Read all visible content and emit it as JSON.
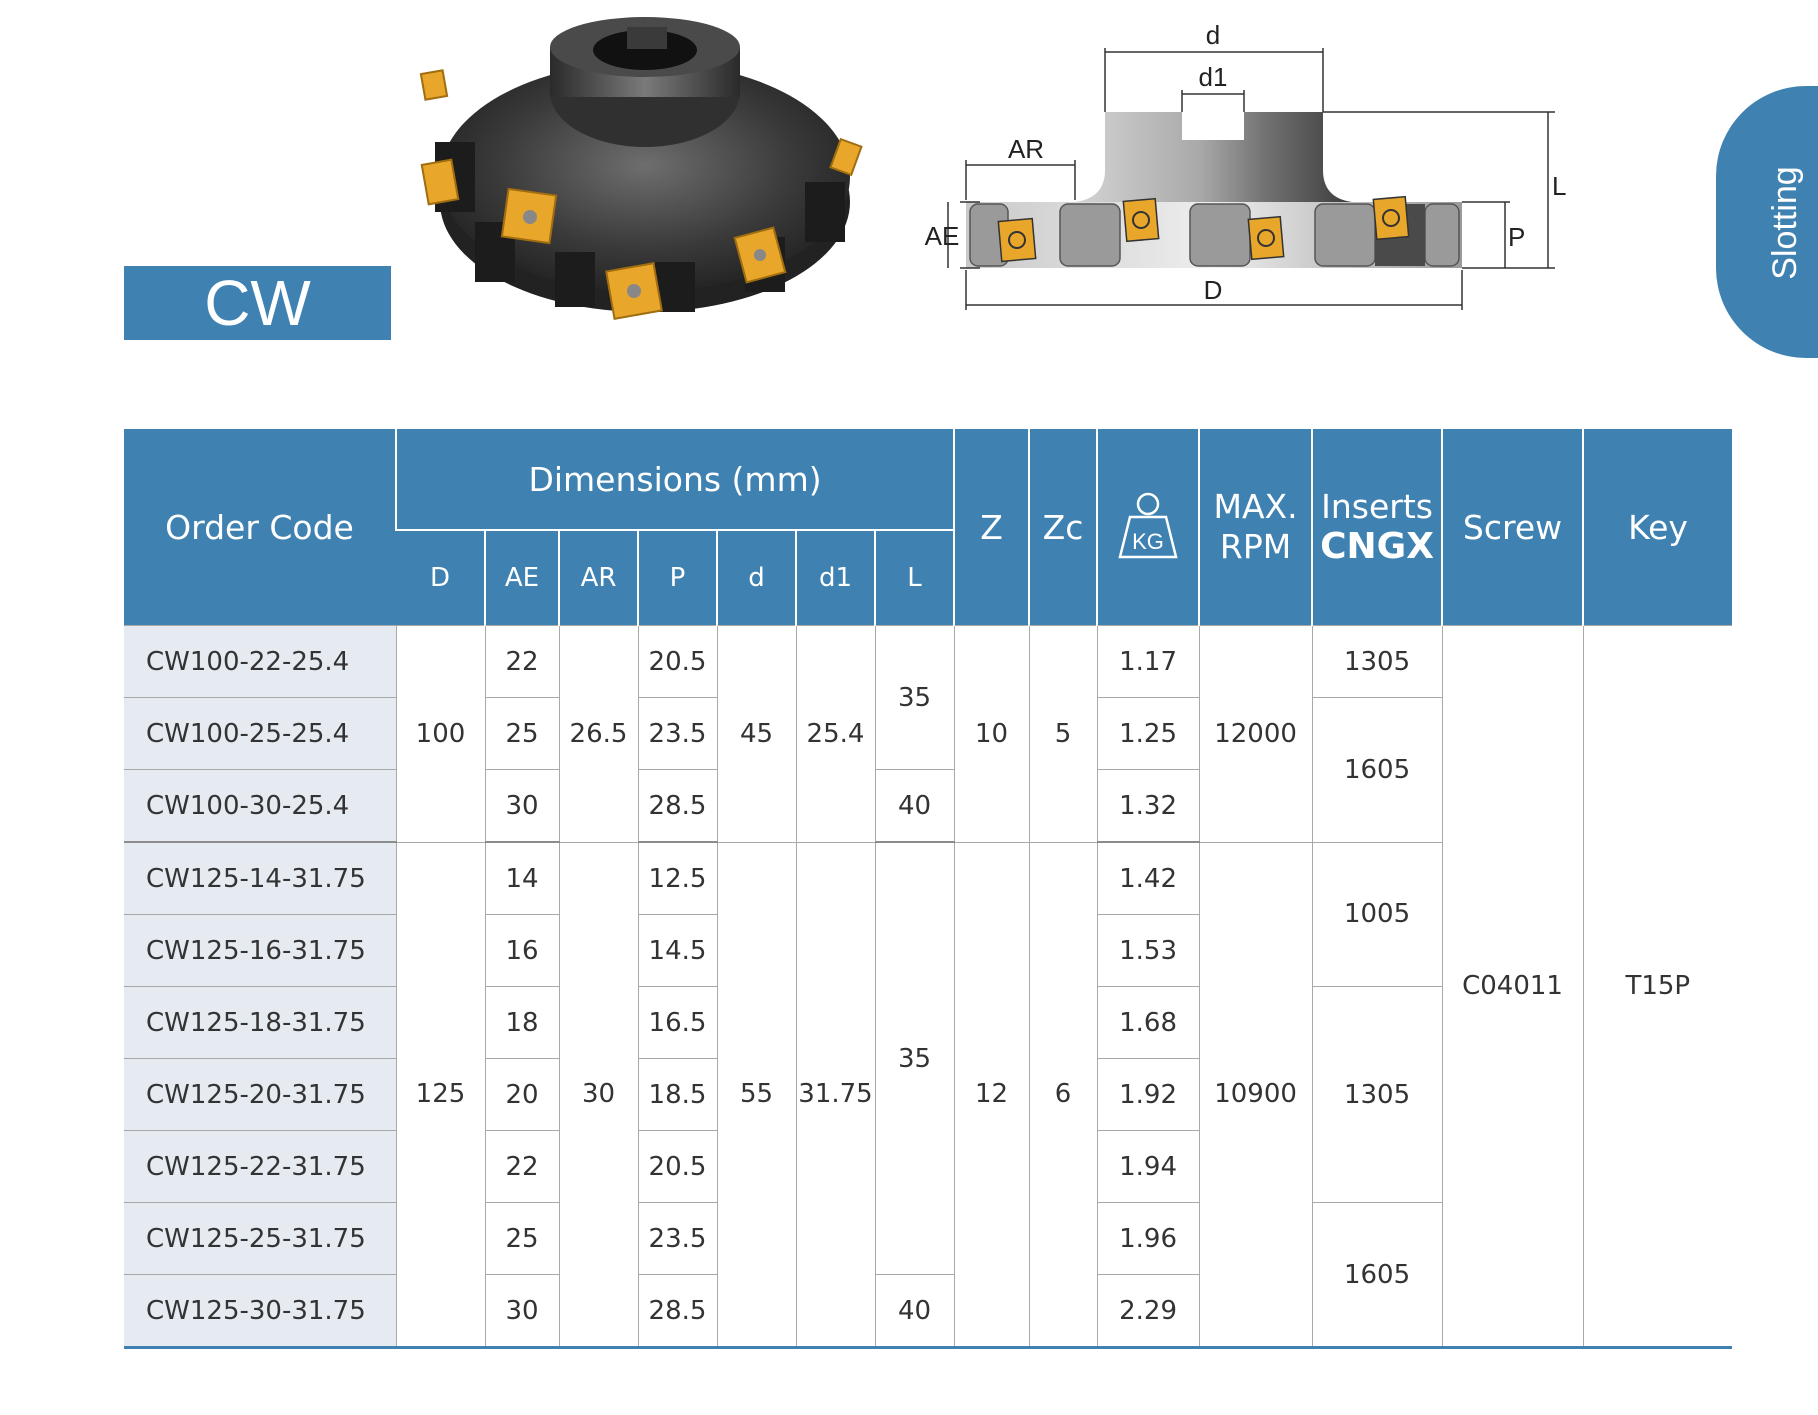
{
  "title": "CW",
  "side_tab": "Slotting",
  "diagram": {
    "labels": {
      "d": "d",
      "d1": "d1",
      "AR": "AR",
      "AE": "AE",
      "L": "L",
      "P": "P",
      "D": "D"
    }
  },
  "table": {
    "headers": {
      "order_code": "Order Code",
      "dimensions": "Dimensions (mm)",
      "dims": [
        "D",
        "AE",
        "AR",
        "P",
        "d",
        "d1",
        "L"
      ],
      "z": "Z",
      "zc": "Zc",
      "kg": "KG",
      "max_rpm_line1": "MAX.",
      "max_rpm_line2": "RPM",
      "inserts_line1": "Inserts",
      "inserts_line2": "CNGX",
      "screw": "Screw",
      "key": "Key"
    },
    "rows": [
      {
        "code": "CW100-22-25.4",
        "AE": "22",
        "P": "20.5",
        "kg": "1.17"
      },
      {
        "code": "CW100-25-25.4",
        "AE": "25",
        "P": "23.5",
        "kg": "1.25"
      },
      {
        "code": "CW100-30-25.4",
        "AE": "30",
        "P": "28.5",
        "kg": "1.32"
      },
      {
        "code": "CW125-14-31.75",
        "AE": "14",
        "P": "12.5",
        "kg": "1.42"
      },
      {
        "code": "CW125-16-31.75",
        "AE": "16",
        "P": "14.5",
        "kg": "1.53"
      },
      {
        "code": "CW125-18-31.75",
        "AE": "18",
        "P": "16.5",
        "kg": "1.68"
      },
      {
        "code": "CW125-20-31.75",
        "AE": "20",
        "P": "18.5",
        "kg": "1.92"
      },
      {
        "code": "CW125-22-31.75",
        "AE": "22",
        "P": "20.5",
        "kg": "1.94"
      },
      {
        "code": "CW125-25-31.75",
        "AE": "25",
        "P": "23.5",
        "kg": "1.96"
      },
      {
        "code": "CW125-30-31.75",
        "AE": "30",
        "P": "28.5",
        "kg": "2.29"
      }
    ],
    "group100": {
      "D": "100",
      "AR": "26.5",
      "d": "45",
      "d1": "25.4",
      "L_a": "35",
      "L_b": "40",
      "Z": "10",
      "Zc": "5",
      "rpm": "12000",
      "ins_a": "1305",
      "ins_b": "1605"
    },
    "group125": {
      "D": "125",
      "AR": "30",
      "d": "55",
      "d1": "31.75",
      "L_a": "35",
      "L_b": "40",
      "Z": "12",
      "Zc": "6",
      "rpm": "10900",
      "ins_a": "1005",
      "ins_b": "1305",
      "ins_c": "1605"
    },
    "screw": "C04011",
    "key": "T15P"
  },
  "colors": {
    "accent": "#3f82b2",
    "code_bg": "#e6ebf2"
  }
}
